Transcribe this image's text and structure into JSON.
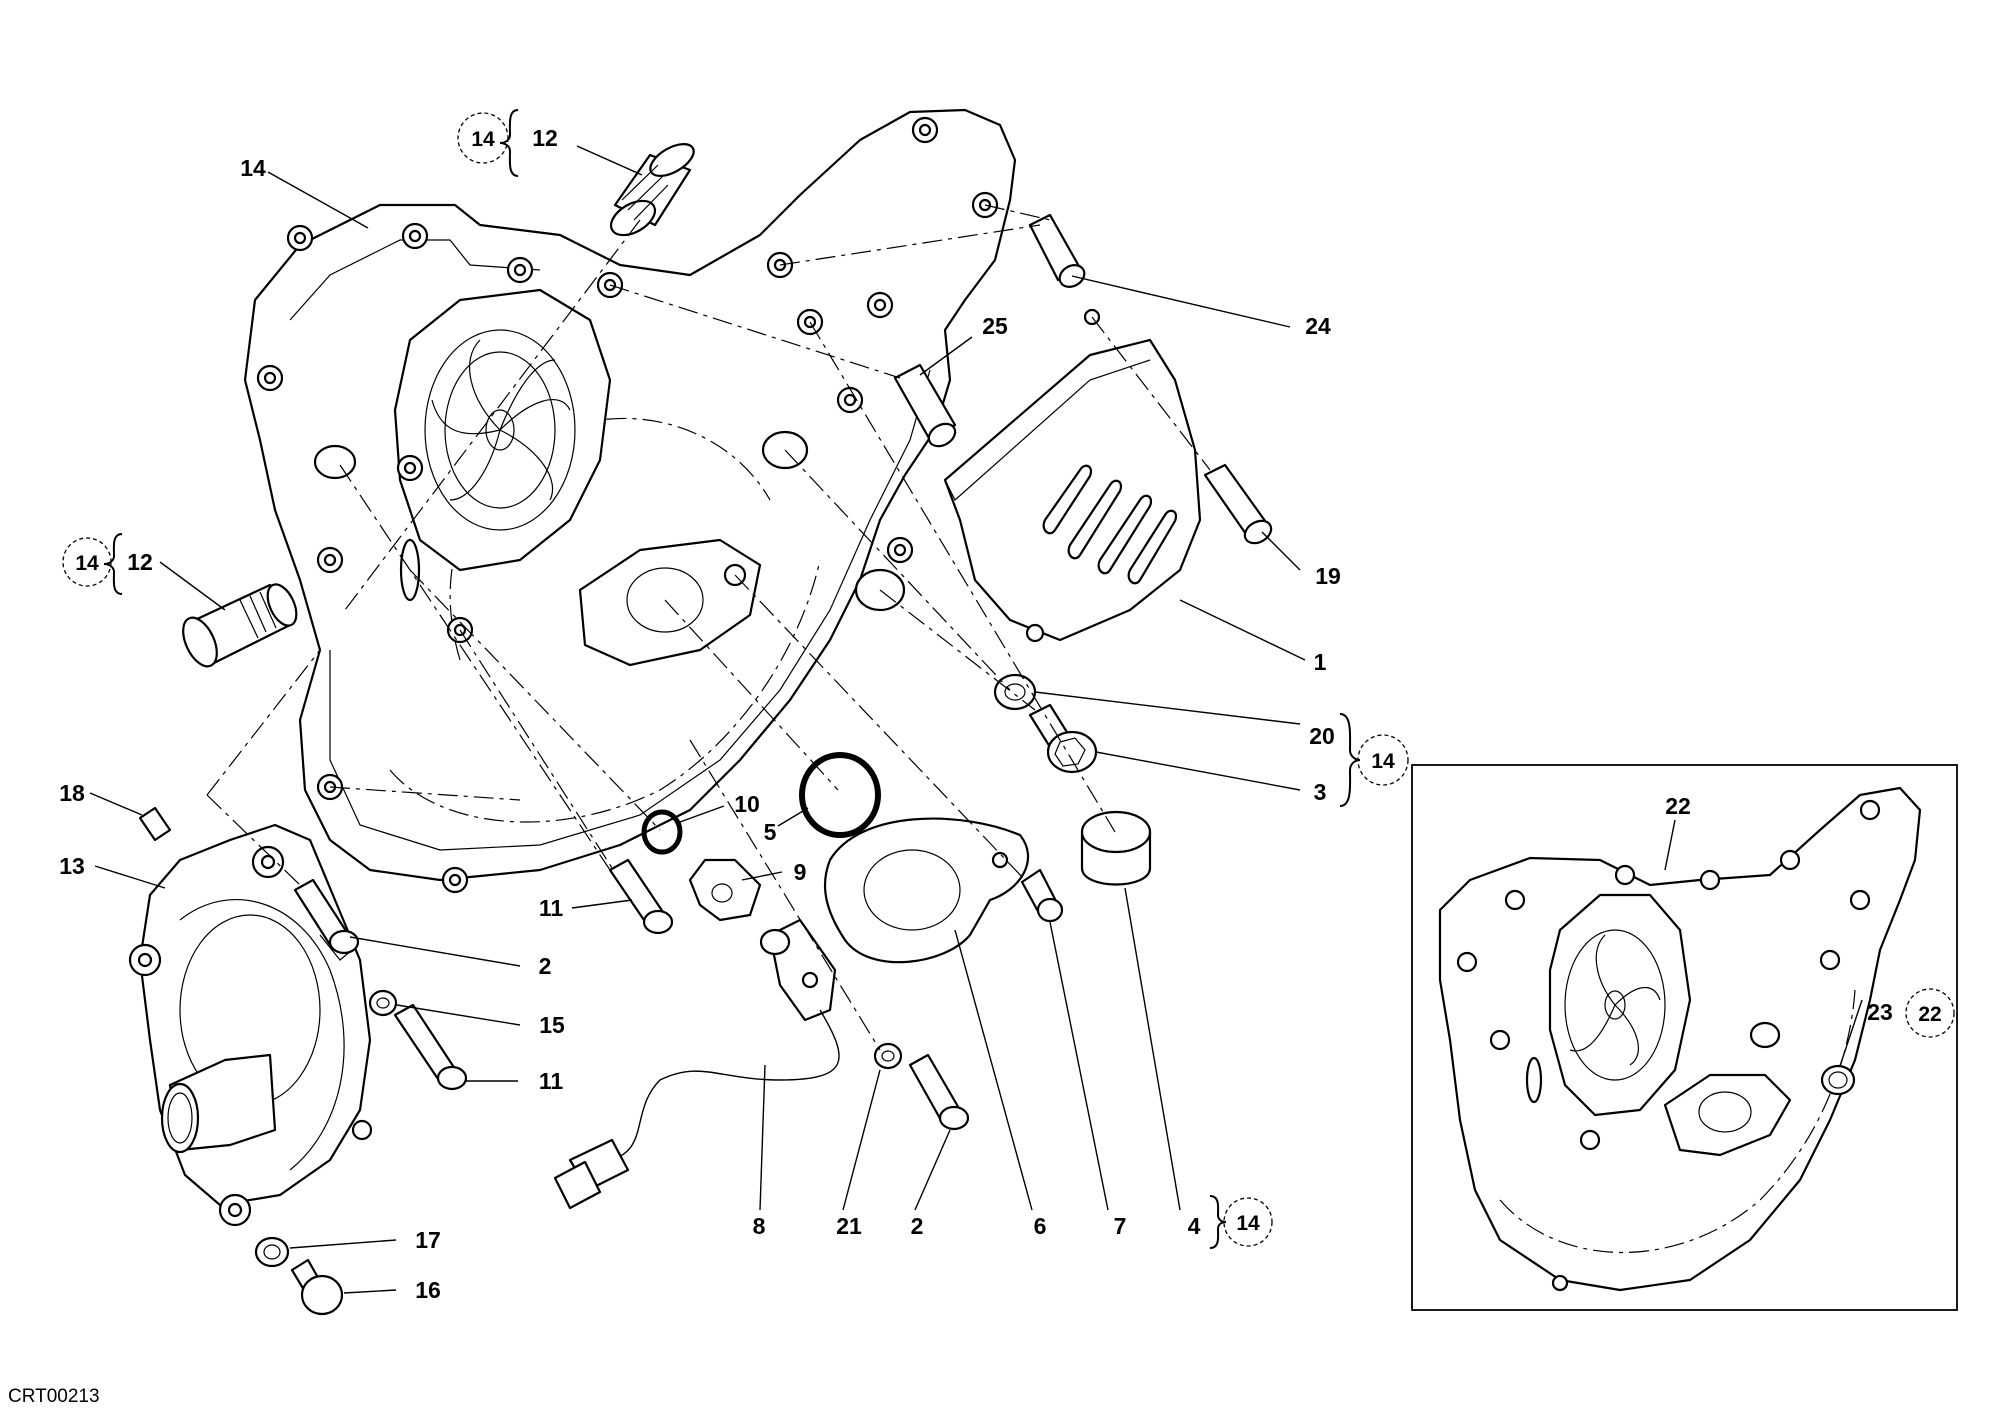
{
  "drawing_code": "CRT00213",
  "callouts": [
    {
      "id": "c14a",
      "text": "14"
    },
    {
      "id": "c12a",
      "text": "12"
    },
    {
      "id": "c14b",
      "text": "14"
    },
    {
      "id": "c14c",
      "text": "14"
    },
    {
      "id": "c12b",
      "text": "12"
    },
    {
      "id": "c25",
      "text": "25"
    },
    {
      "id": "c24",
      "text": "24"
    },
    {
      "id": "c19",
      "text": "19"
    },
    {
      "id": "c1",
      "text": "1"
    },
    {
      "id": "c20",
      "text": "20"
    },
    {
      "id": "c3",
      "text": "3"
    },
    {
      "id": "c18",
      "text": "18"
    },
    {
      "id": "c13",
      "text": "13"
    },
    {
      "id": "c10",
      "text": "10"
    },
    {
      "id": "c5",
      "text": "5"
    },
    {
      "id": "c9",
      "text": "9"
    },
    {
      "id": "c11a",
      "text": "11"
    },
    {
      "id": "c2a",
      "text": "2"
    },
    {
      "id": "c15",
      "text": "15"
    },
    {
      "id": "c11b",
      "text": "11"
    },
    {
      "id": "c17",
      "text": "17"
    },
    {
      "id": "c16",
      "text": "16"
    },
    {
      "id": "c8",
      "text": "8"
    },
    {
      "id": "c21",
      "text": "21"
    },
    {
      "id": "c2b",
      "text": "2"
    },
    {
      "id": "c6",
      "text": "6"
    },
    {
      "id": "c7",
      "text": "7"
    },
    {
      "id": "c4",
      "text": "4"
    },
    {
      "id": "c22",
      "text": "22"
    },
    {
      "id": "c23",
      "text": "23"
    }
  ],
  "circled_refs": [
    {
      "id": "r14a",
      "text": "14"
    },
    {
      "id": "r14b",
      "text": "14"
    },
    {
      "id": "r14c",
      "text": "14"
    },
    {
      "id": "r14d",
      "text": "14"
    },
    {
      "id": "r22",
      "text": "22"
    }
  ]
}
